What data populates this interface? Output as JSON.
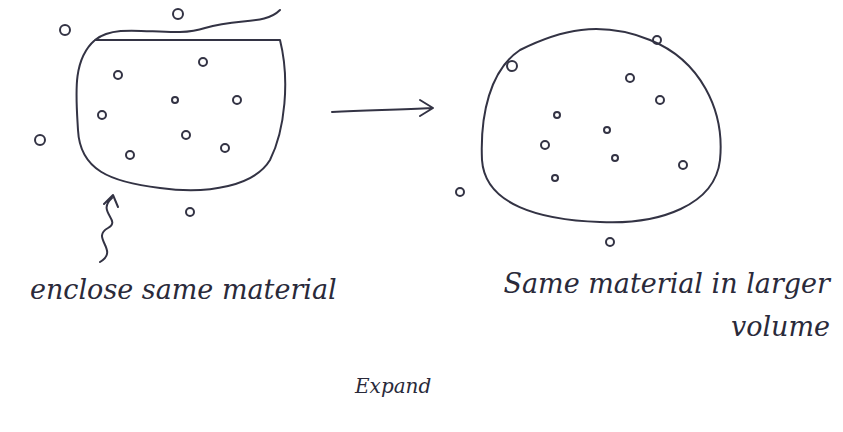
{
  "diagram": {
    "labels": [
      "enclose same material",
      "Same material in larger volume",
      "Expand"
    ]
  }
}
